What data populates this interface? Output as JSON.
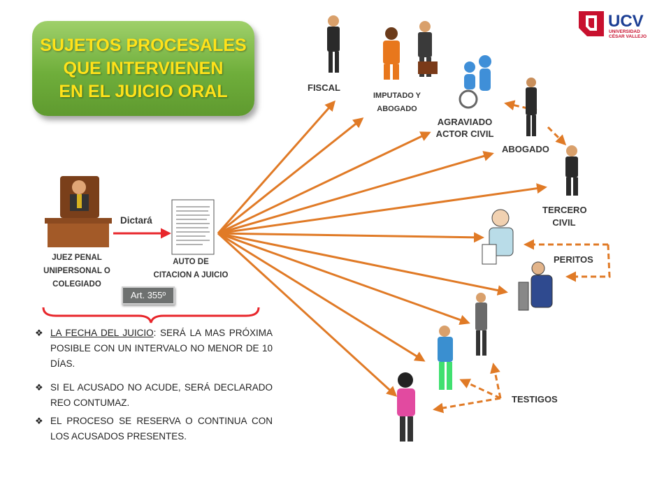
{
  "title": {
    "line1": "SUJETOS PROCESALES",
    "line2": "QUE INTERVIENEN",
    "line3": "EN EL JUICIO ORAL"
  },
  "logo": {
    "name": "UCV",
    "subtitle1": "UNIVERSIDAD",
    "subtitle2": "CÉSAR VALLEJO"
  },
  "judge": {
    "line1": "JUEZ PENAL",
    "line2": "UNIPERSONAL O",
    "line3": "COLEGIADO"
  },
  "dictara": "Dictará",
  "document": {
    "line1": "AUTO DE",
    "line2": "CITACION A JUICIO"
  },
  "article": "Art. 355º",
  "parties": {
    "fiscal": "FISCAL",
    "imputado_line1": "IMPUTADO Y",
    "imputado_line2": "ABOGADO",
    "agraviado_line1": "AGRAVIADO",
    "agraviado_line2": "ACTOR CIVIL",
    "abogado": "ABOGADO",
    "tercero_line1": "TERCERO",
    "tercero_line2": "CIVIL",
    "peritos": "PERITOS",
    "testigos": "TESTIGOS"
  },
  "bullets": [
    {
      "underlined": "LA FECHA DEL JUICIO",
      "text": ": SERÁ LA MAS PRÓXIMA POSIBLE CON UN INTERVALO NO MENOR DE 10 DÍAS."
    },
    {
      "underlined": "",
      "text": "SI EL ACUSADO NO ACUDE, SERÁ DECLARADO REO CONTUMAZ."
    },
    {
      "underlined": "",
      "text": "EL PROCESO SE RESERVA O CONTINUA CON LOS ACUSADOS PRESENTES."
    }
  ],
  "colors": {
    "arrow": "#e07a26",
    "title_text": "#ffe21a",
    "title_bg": "#6fae3b",
    "logo_red": "#c8102e",
    "logo_blue": "#1c3f94"
  }
}
